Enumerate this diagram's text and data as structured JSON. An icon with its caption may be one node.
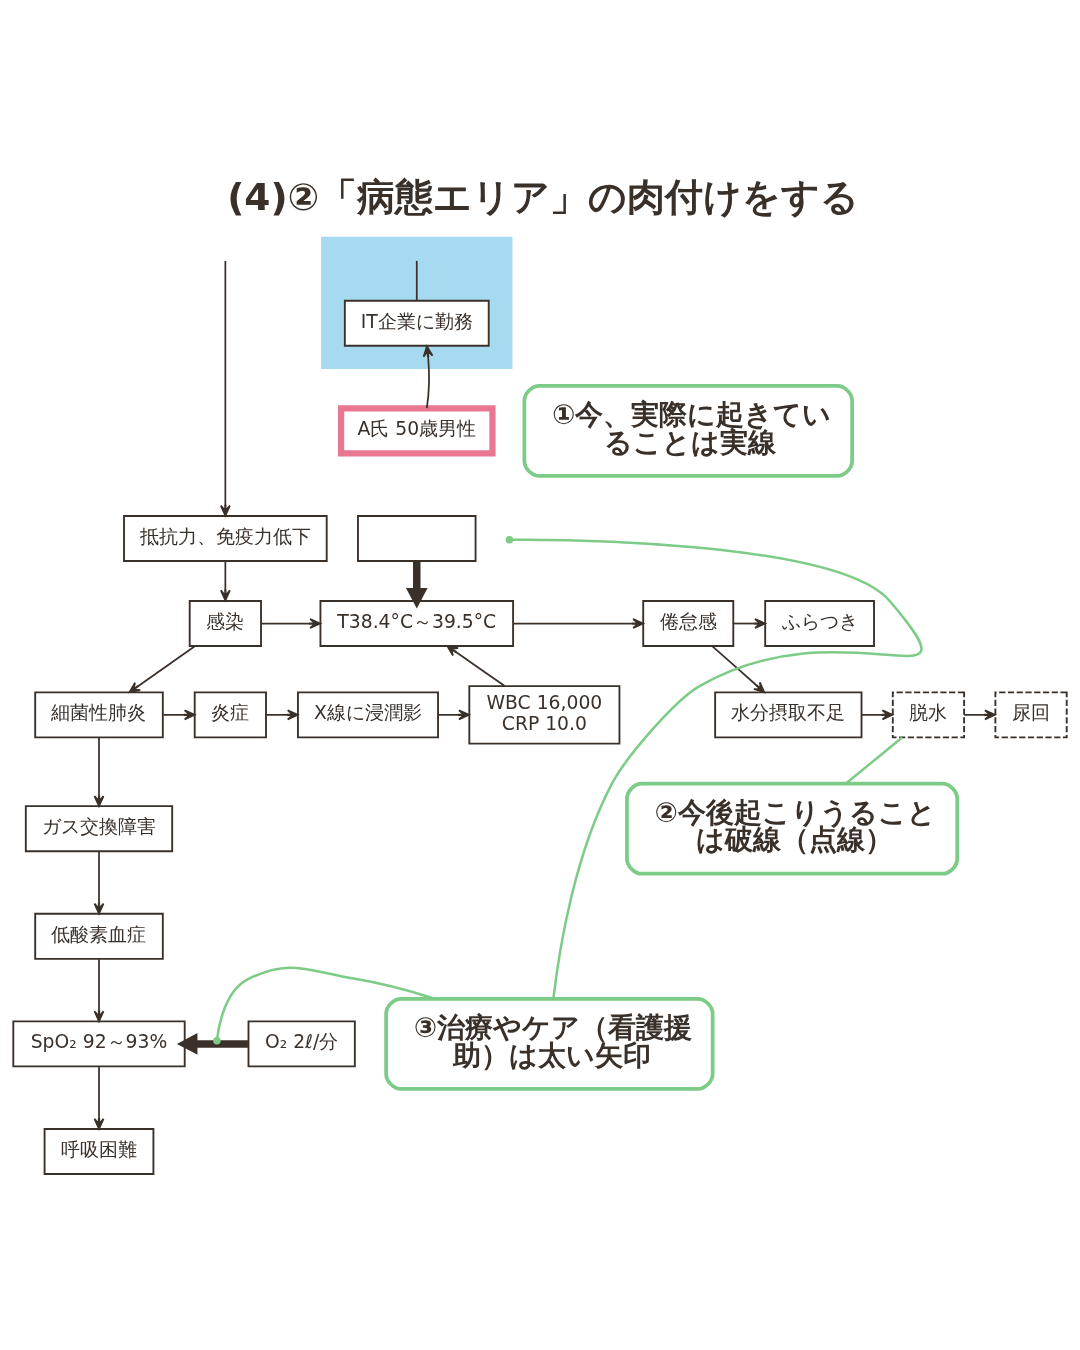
{
  "diagram": {
    "title": "(4)②「病態エリア」の肉付けをする",
    "nodes": [
      {
        "text": [],
        "shape": "box"
      },
      {
        "text": [
          "IT企業に勤務"
        ],
        "in": 0
      },
      {
        "text": [
          "A氏 50歳男性"
        ]
      },
      {
        "text": [
          "①今、実際に起きていることは実線"
        ]
      },
      {
        "text": [
          "抵抗力、免疫力低下"
        ]
      },
      {
        "text": [],
        "shape": "box"
      },
      {
        "text": [
          "感染"
        ]
      },
      {
        "text": [
          "T38.4°C～39.5°C"
        ]
      },
      {
        "text": [
          "倦怠感"
        ]
      },
      {
        "text": [
          "ふらつき"
        ]
      },
      {
        "text": [
          "細菌性肺炎"
        ]
      },
      {
        "text": [
          "炎症"
        ]
      },
      {
        "text": [
          "X線に浸潤影"
        ]
      },
      {
        "text": [
          "WBC 16,000",
          "CRP 10.0"
        ]
      },
      {
        "text": [
          "水分摂取不足"
        ]
      },
      {
        "text": [
          "脱水"
        ]
      },
      {
        "text": [
          "尿回"
        ]
      },
      {
        "text": [
          "②今後起こりうることは破線（点線）"
        ]
      },
      {
        "text": [
          "ガス交換障害"
        ]
      },
      {
        "text": [
          "低酸素血症"
        ]
      },
      {
        "text": [
          "SpO₂ 92～93%"
        ]
      },
      {
        "text": [
          "O₂ 2ℓ/分"
        ]
      },
      {
        "text": [
          "呼吸困難"
        ]
      },
      {
        "text": [
          "③治療やケア（看護援助）は太い矢印"
        ]
      }
    ],
    "edges": [
      {
        "from": null,
        "to": 4,
        "arrow": "to"
      },
      {
        "from": null,
        "to": 1,
        "arrow": "none"
      },
      {
        "from": 2,
        "to": 1,
        "arrow": "to"
      },
      {
        "from": 4,
        "to": 6,
        "arrow": "to"
      },
      {
        "from": 5,
        "to": 7,
        "arrow": "to",
        "style": "thick"
      },
      {
        "from": 6,
        "to": 7,
        "arrow": "to"
      },
      {
        "from": 7,
        "to": 8,
        "arrow": "to"
      },
      {
        "from": 8,
        "to": 9,
        "arrow": "to"
      },
      {
        "from": 8,
        "to": 14,
        "arrow": "to"
      },
      {
        "from": 6,
        "to": 10,
        "arrow": "to"
      },
      {
        "from": 10,
        "to": 11,
        "arrow": "to"
      },
      {
        "from": 11,
        "to": 12,
        "arrow": "to"
      },
      {
        "from": 12,
        "to": 13,
        "arrow": "to"
      },
      {
        "from": 13,
        "to": 7,
        "arrow": "to"
      },
      {
        "from": 14,
        "to": 15,
        "arrow": "to"
      },
      {
        "from": 15,
        "to": 16,
        "arrow": "to"
      },
      {
        "from": 10,
        "to": 18,
        "arrow": "to"
      },
      {
        "from": 18,
        "to": 19,
        "arrow": "to"
      },
      {
        "from": 19,
        "to": 20,
        "arrow": "to"
      },
      {
        "from": 21,
        "to": 20,
        "arrow": "to",
        "style": "thick"
      },
      {
        "from": 20,
        "to": 22,
        "arrow": "to"
      },
      {
        "from": 23,
        "to": null,
        "arrow": "other",
        "color": "#7ccb86"
      },
      {
        "from": 23,
        "to": null,
        "arrow": "other",
        "color": "#7ccb86"
      },
      {
        "from": 17,
        "to": 15,
        "arrow": "none",
        "color": "#7ccb86"
      }
    ]
  }
}
